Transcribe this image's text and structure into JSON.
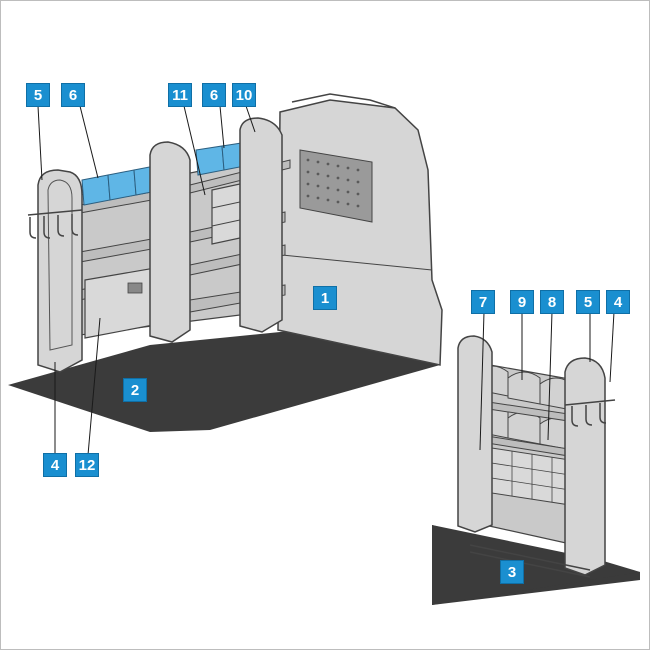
{
  "callouts": {
    "main_5": "5",
    "main_6_left": "6",
    "main_11": "11",
    "main_6_right": "6",
    "main_10": "10",
    "main_1": "1",
    "main_2": "2",
    "main_4": "4",
    "main_12": "12",
    "inset_7": "7",
    "inset_9": "9",
    "inset_8": "8",
    "inset_5": "5",
    "inset_4": "4",
    "inset_3": "3"
  },
  "colors": {
    "callout": "#1a8fd0",
    "floor": "#3b3b3b",
    "panel": "#d6d6d6",
    "bin": "#5fb6e6",
    "outline": "#444444"
  }
}
